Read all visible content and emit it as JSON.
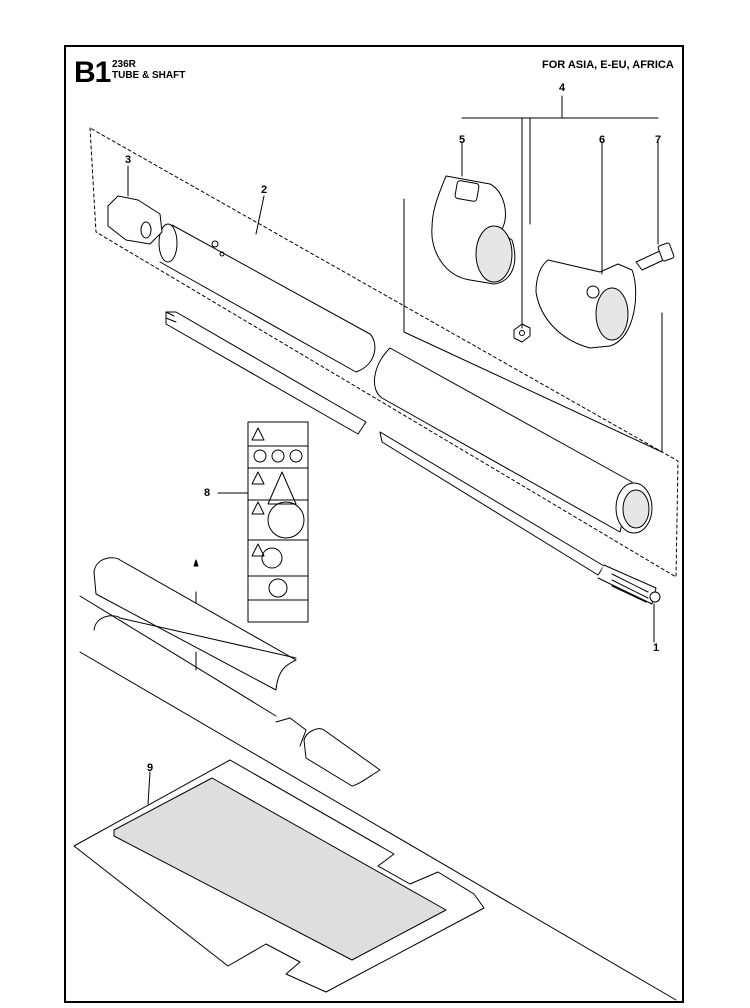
{
  "header": {
    "section_code": "B1",
    "model": "236R",
    "title": "TUBE & SHAFT",
    "region": "FOR ASIA, E-EU, AFRICA"
  },
  "callouts": [
    {
      "id": "1",
      "label": "1"
    },
    {
      "id": "2",
      "label": "2"
    },
    {
      "id": "3",
      "label": "3"
    },
    {
      "id": "4",
      "label": "4"
    },
    {
      "id": "5",
      "label": "5"
    },
    {
      "id": "6",
      "label": "6"
    },
    {
      "id": "7",
      "label": "7"
    },
    {
      "id": "8",
      "label": "8"
    },
    {
      "id": "9",
      "label": "9"
    }
  ],
  "colors": {
    "line": "#000000",
    "part_fill": "#ffffff",
    "shadow": "#dcdcdc",
    "background": "#ffffff"
  }
}
